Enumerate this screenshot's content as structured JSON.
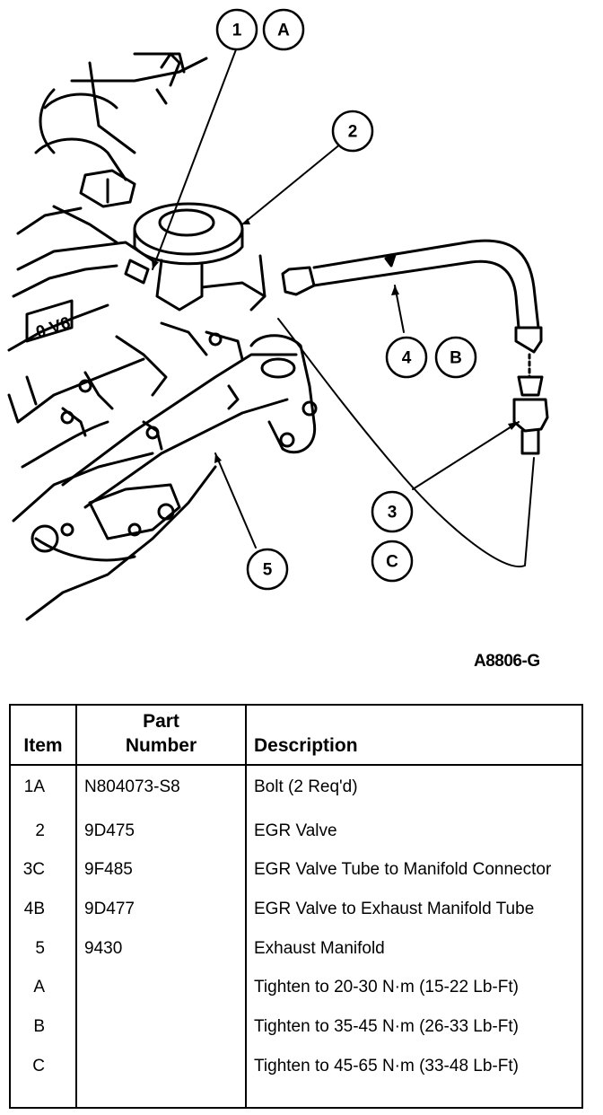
{
  "callouts": {
    "c1": "1",
    "cA": "A",
    "c2": "2",
    "c4": "4",
    "cB": "B",
    "c3": "3",
    "cC": "C",
    "c5": "5",
    "engine_badge": "0 V6"
  },
  "figure_code": "A8806-G",
  "table": {
    "headers": {
      "item": "Item",
      "part_number_line1": "Part",
      "part_number_line2": "Number",
      "description": "Description"
    },
    "rows": [
      {
        "item": "1A",
        "part": "N804073-S8",
        "desc": "Bolt (2 Req'd)"
      },
      {
        "item": "2",
        "part": "9D475",
        "desc": "EGR Valve"
      },
      {
        "item": "3C",
        "part": "9F485",
        "desc": "EGR Valve Tube to Manifold Connector"
      },
      {
        "item": "4B",
        "part": "9D477",
        "desc": "EGR Valve to Exhaust Manifold Tube"
      },
      {
        "item": "5",
        "part": "9430",
        "desc": "Exhaust Manifold"
      },
      {
        "item": "A",
        "part": "",
        "desc": "Tighten to 20-30 N·m (15-22 Lb-Ft)"
      },
      {
        "item": "B",
        "part": "",
        "desc": "Tighten to 35-45 N·m (26-33 Lb-Ft)"
      },
      {
        "item": "C",
        "part": "",
        "desc": "Tighten to 45-65 N·m (33-48 Lb-Ft)"
      }
    ]
  }
}
